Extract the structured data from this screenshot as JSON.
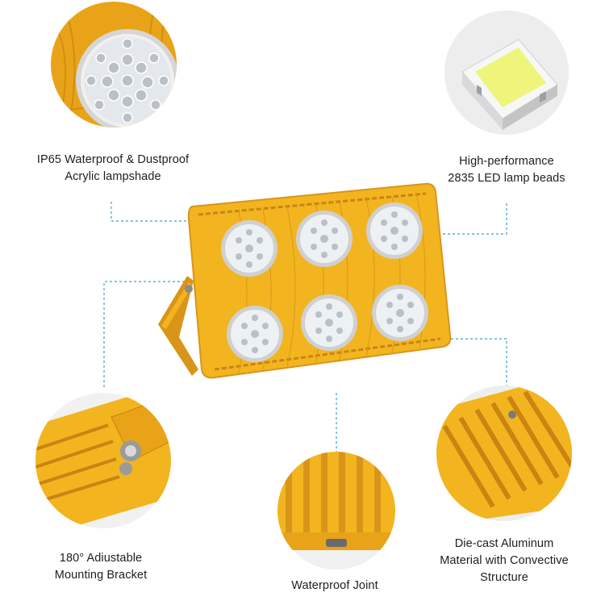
{
  "features": [
    {
      "id": "lampshade",
      "lines": [
        "IP65 Waterproof & Dustproof",
        "Acrylic lampshade"
      ]
    },
    {
      "id": "led",
      "lines": [
        "High-performance",
        "2835 LED lamp beads"
      ]
    },
    {
      "id": "bracket",
      "lines": [
        "180° Adiustable",
        "Mounting Bracket"
      ]
    },
    {
      "id": "joint",
      "lines": [
        "Waterproof Joint"
      ]
    },
    {
      "id": "aluminum",
      "lines": [
        "Die-cast Aluminum",
        "Material with Convective",
        "Structure"
      ]
    }
  ],
  "colors": {
    "housing": "#f2b520",
    "housing_dark": "#d8951a",
    "leader_line": "#3a9fd4",
    "lens": "#e9eef2",
    "led_chip": "#f1f57a"
  }
}
